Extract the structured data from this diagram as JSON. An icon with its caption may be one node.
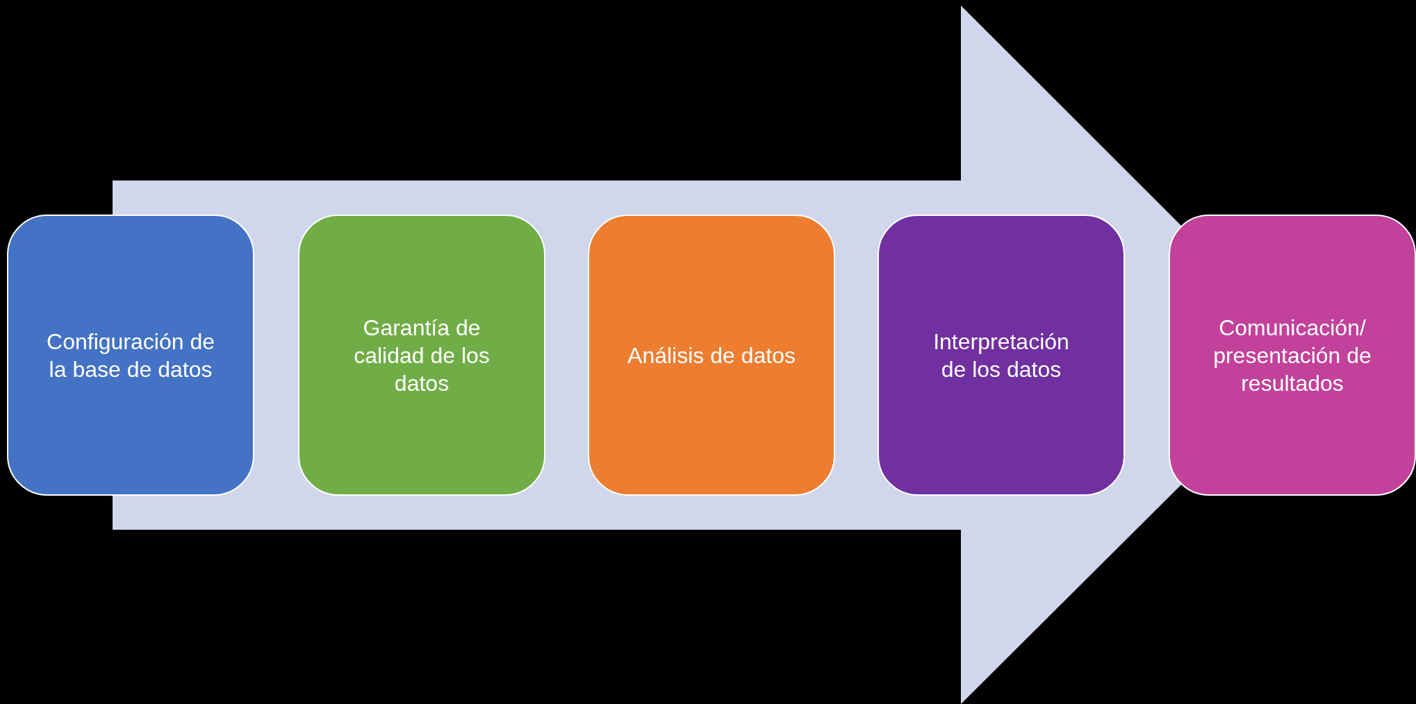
{
  "diagram": {
    "nodes": [
      {
        "text": [
          "Configuración de la base de datos"
        ]
      },
      {
        "text": [
          "Garantía de calidad de los datos"
        ]
      },
      {
        "text": [
          "Análisis de datos"
        ]
      },
      {
        "text": [
          "Interpretación de los datos"
        ]
      },
      {
        "text": [
          "Comunicación/ presentación de resultados"
        ]
      }
    ],
    "edges": [
      {
        "from": 0,
        "to": 4,
        "arrow": "to"
      }
    ]
  }
}
